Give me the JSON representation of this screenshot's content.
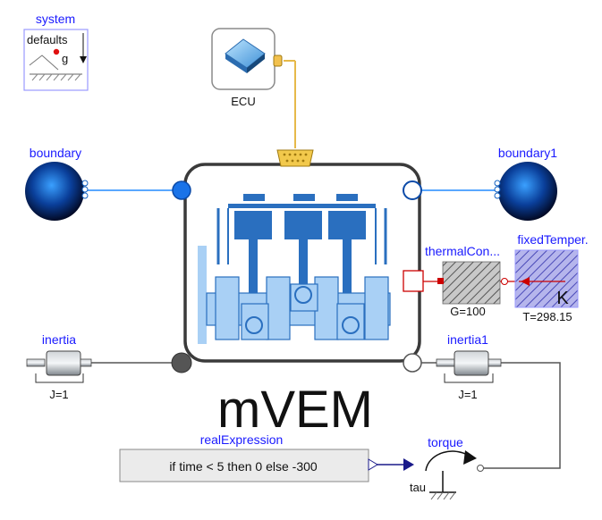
{
  "diagram": {
    "system": {
      "name": "system",
      "text": "defaults",
      "gravity_symbol": "g"
    },
    "ecu": {
      "label": "ECU"
    },
    "boundary": {
      "name": "boundary"
    },
    "boundary1": {
      "name": "boundary1"
    },
    "engine": {
      "label": "mVEM"
    },
    "thermal_conductor": {
      "name": "thermalCon...",
      "param": "G=100"
    },
    "fixed_temperature": {
      "name": "fixedTemper.",
      "param": "T=298.15",
      "unit_symbol": "K"
    },
    "inertia": {
      "name": "inertia",
      "param": "J=1"
    },
    "inertia1": {
      "name": "inertia1",
      "param": "J=1"
    },
    "real_expression": {
      "name": "realExpression",
      "expression": "if time < 5 then 0 else -300"
    },
    "torque": {
      "name": "torque",
      "input_label": "tau"
    }
  },
  "colors": {
    "label_blue": "#1a1aff",
    "fluid_line": "#5aa8ff",
    "ecu_bus_line": "#e6b94a",
    "mechanical_line": "#555555",
    "thermal_port": "#cc0000",
    "engine_blue": "#2a6fbf",
    "engine_light": "#a9d0f5"
  }
}
